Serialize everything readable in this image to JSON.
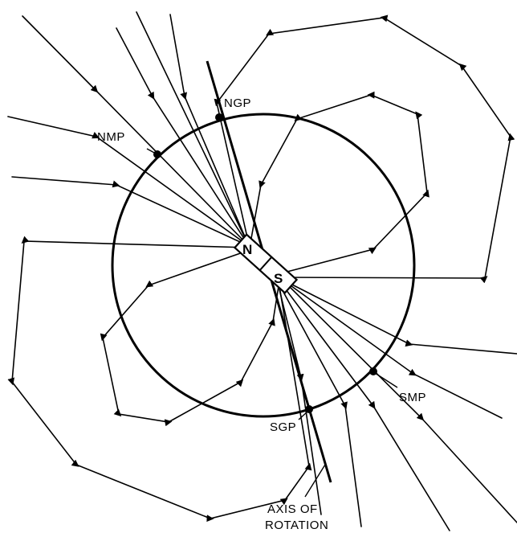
{
  "labels": {
    "ngp": "NGP",
    "nmp": "NMP",
    "sgp": "SGP",
    "smp": "SMP",
    "magnet_north": "N",
    "magnet_south": "S",
    "axis_line1": "AXIS OF",
    "axis_line2": "ROTATION"
  }
}
